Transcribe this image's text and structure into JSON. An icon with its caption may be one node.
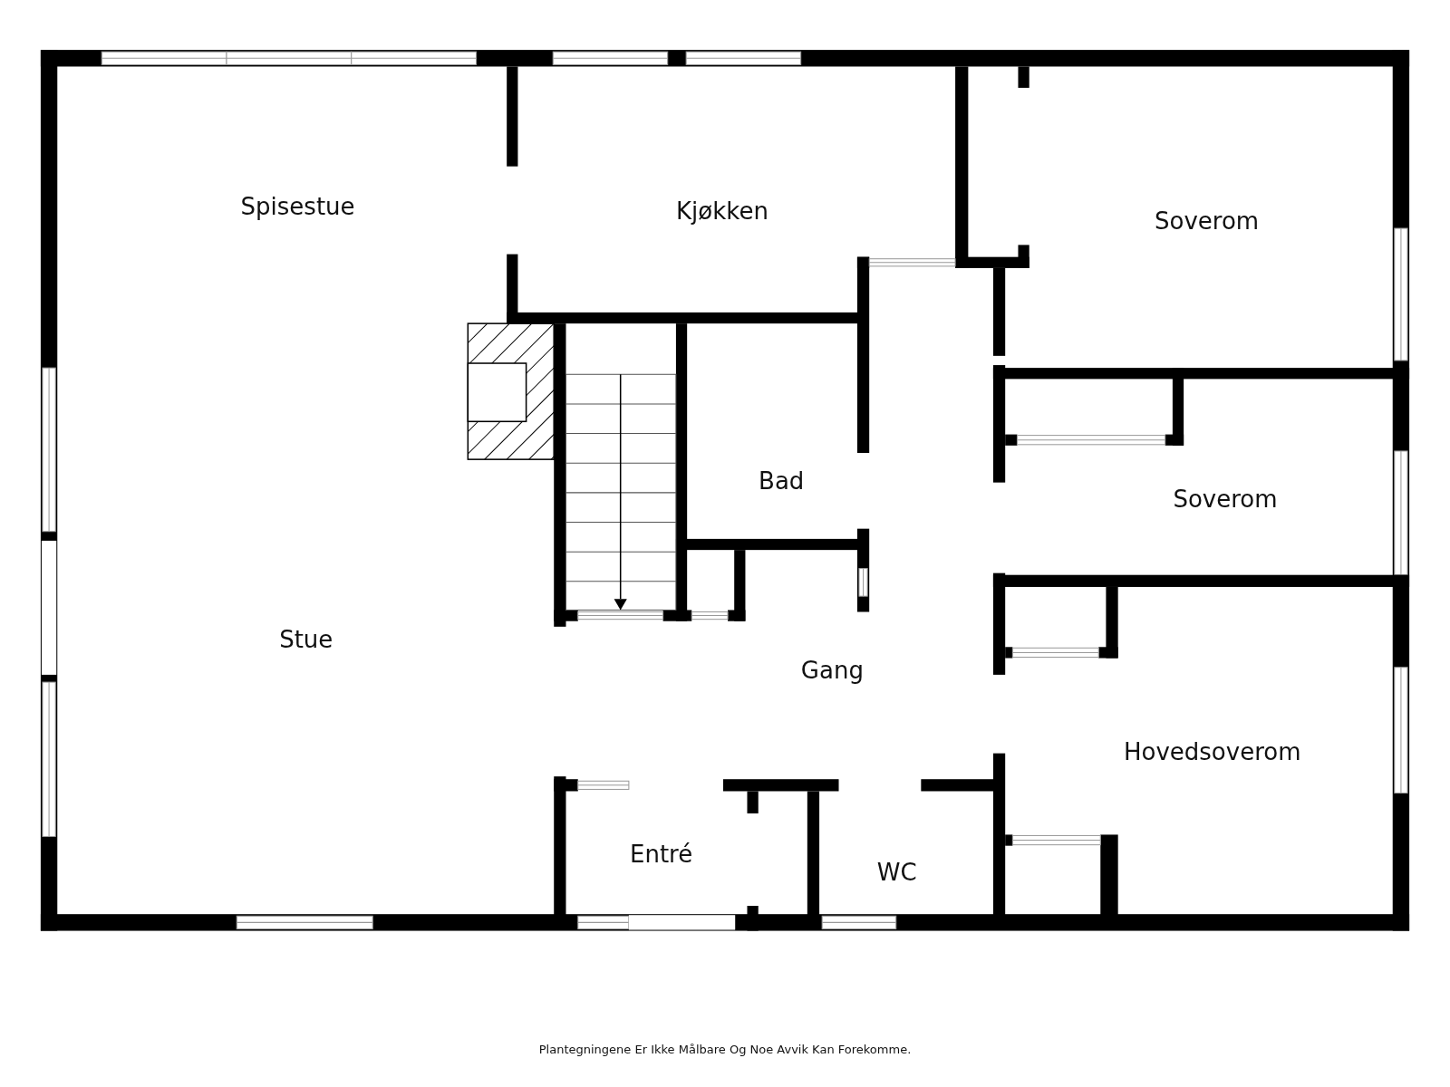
{
  "diagram": {
    "labels": [
      "Spisestue",
      "Kjøkken",
      "Soverom",
      "Bad",
      "Soverom",
      "Stue",
      "Gang",
      "Hovedsoverom",
      "Entré",
      "WC",
      "Plantegningene Er Ikke Målbare Og Noe Avvik Kan Forekomme."
    ]
  }
}
